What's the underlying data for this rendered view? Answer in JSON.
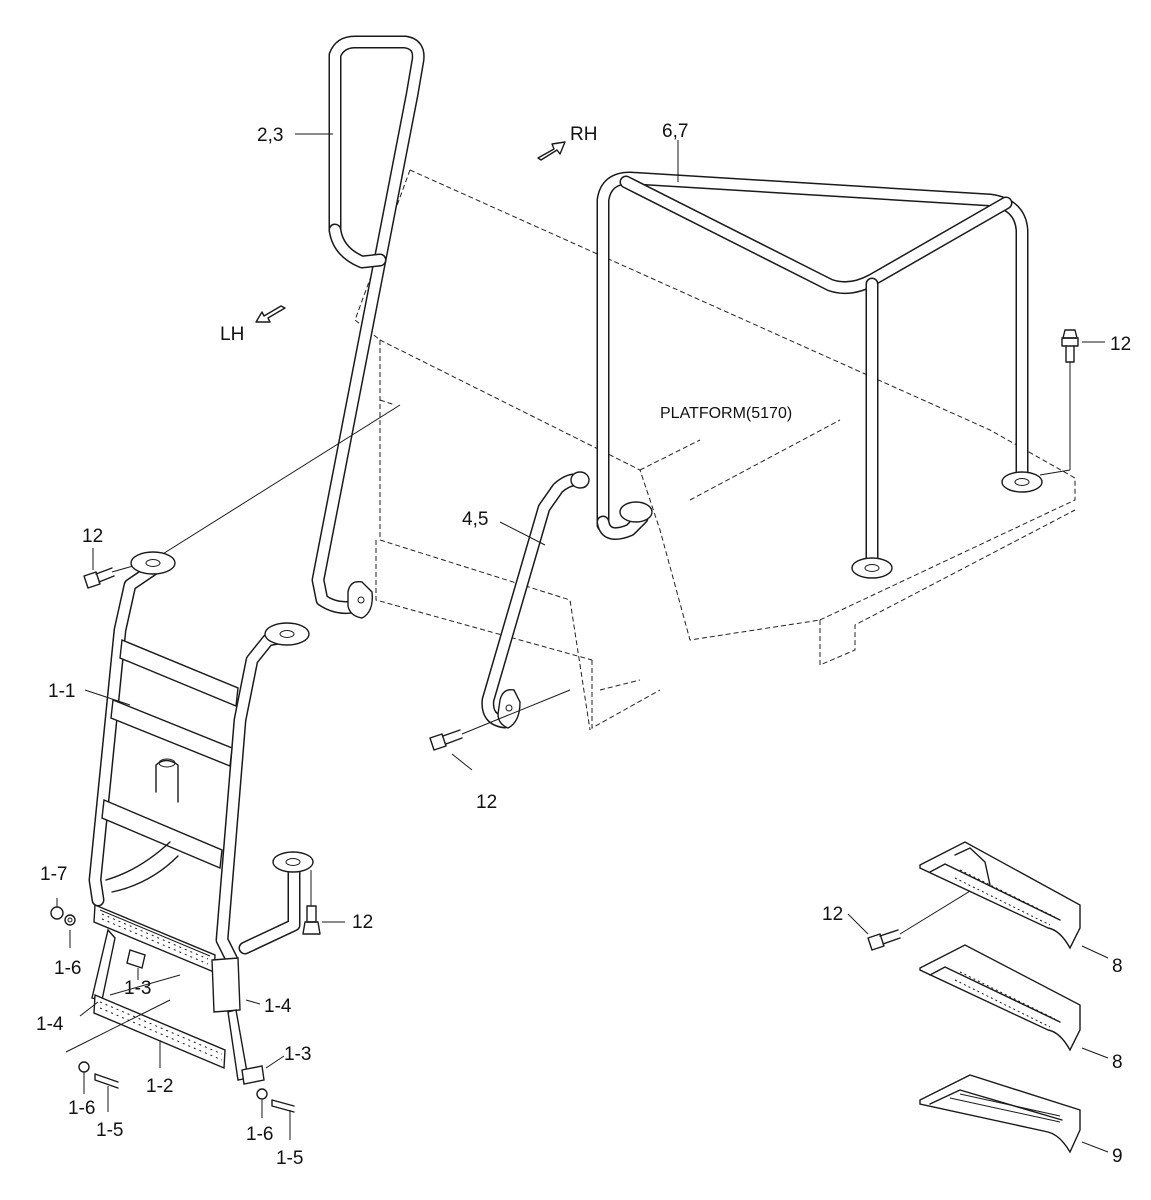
{
  "labels": {
    "part_2_3": "2,3",
    "part_6_7": "6,7",
    "part_4_5": "4,5",
    "part_1_1": "1-1",
    "part_1_2": "1-2",
    "part_1_3_a": "1-3",
    "part_1_3_b": "1-3",
    "part_1_4_a": "1-4",
    "part_1_4_b": "1-4",
    "part_1_5_a": "1-5",
    "part_1_5_b": "1-5",
    "part_1_6_a": "1-6",
    "part_1_6_b": "1-6",
    "part_1_6_c": "1-6",
    "part_1_7": "1-7",
    "part_12_a": "12",
    "part_12_b": "12",
    "part_12_c": "12",
    "part_12_d": "12",
    "part_12_e": "12",
    "part_8_a": "8",
    "part_8_b": "8",
    "part_9": "9",
    "platform": "PLATFORM(5170)",
    "dir_rh": "RH",
    "dir_lh": "LH"
  }
}
